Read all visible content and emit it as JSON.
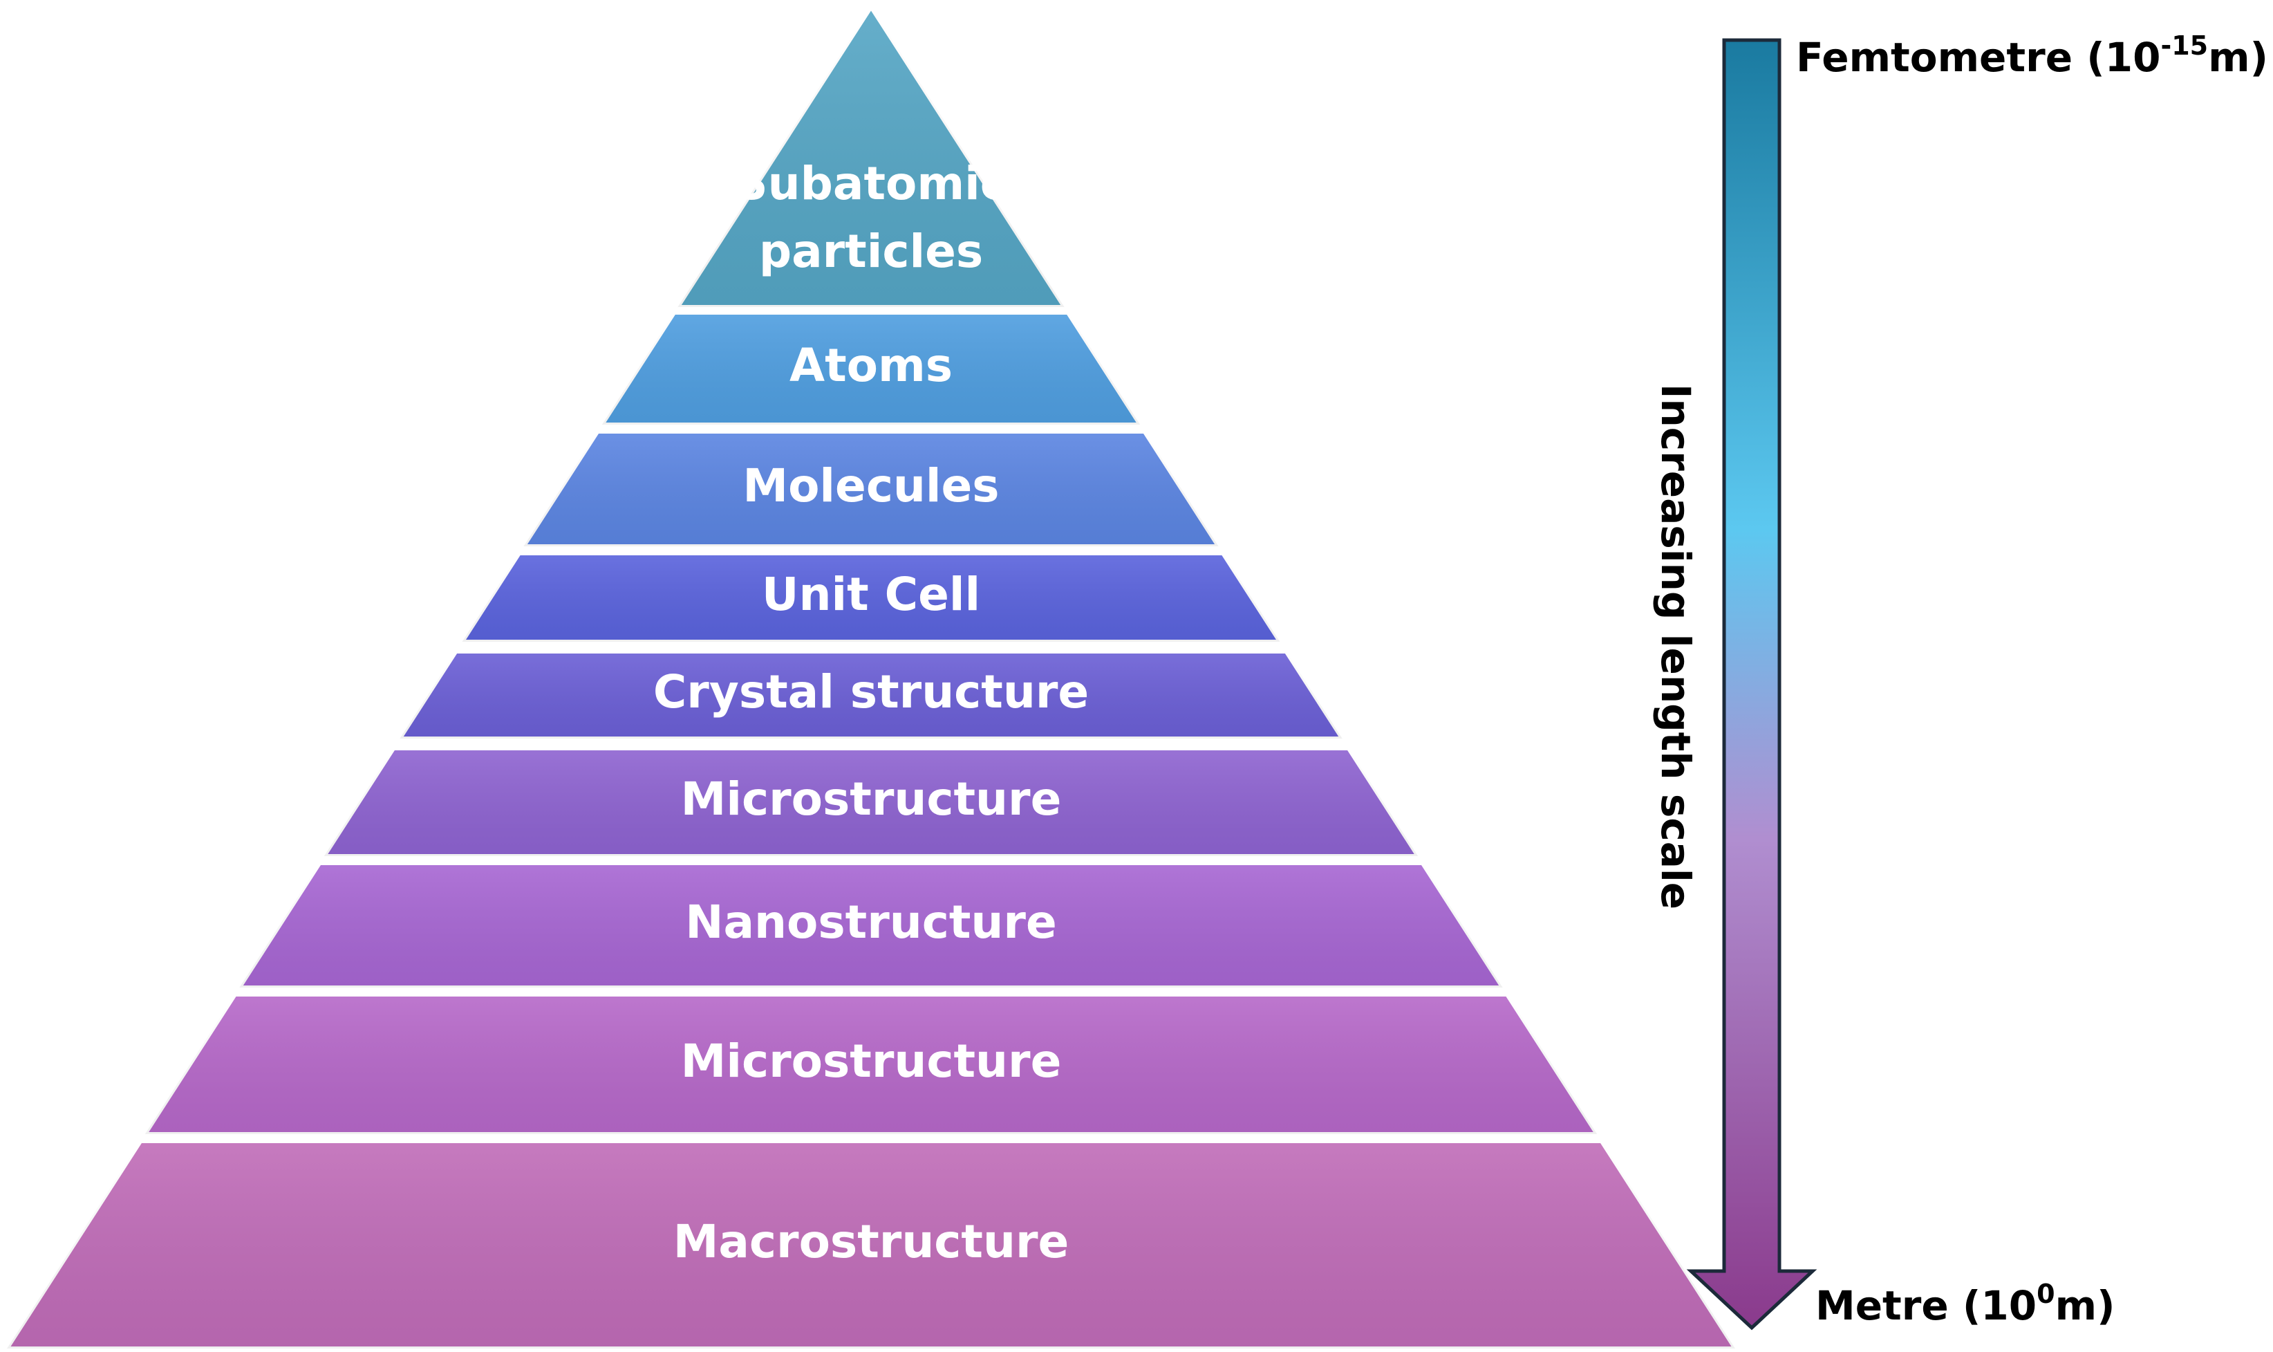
{
  "tiers": [
    {
      "line1": "Subatomic",
      "line2": "particles",
      "color": "#55a6c5"
    },
    {
      "line1": "Atoms",
      "line2": "",
      "color": "#4f9ee0"
    },
    {
      "line1": "Molecules",
      "line2": "",
      "color": "#5b85e2"
    },
    {
      "line1": "Unit Cell",
      "line2": "",
      "color": "#5a63dd"
    },
    {
      "line1": "Crystal structure",
      "line2": "",
      "color": "#6b5fd6"
    },
    {
      "line1": "Microstructure",
      "line2": "",
      "color": "#8e63d1"
    },
    {
      "line1": "Nanostructure",
      "line2": "",
      "color": "#a766d3"
    },
    {
      "line1": "Microstructure",
      "line2": "",
      "color": "#b668c9"
    },
    {
      "line1": "Macrostructure",
      "line2": "",
      "color": "#c06cb8"
    }
  ],
  "scale": {
    "axis_title": "Increasing length scale",
    "top_label": "Femtometre (10",
    "top_exponent": "-15",
    "top_suffix": "m)",
    "bottom_label": "Metre (10",
    "bottom_exponent": "0",
    "bottom_suffix": "m)"
  },
  "colors": {
    "arrow_top": "#1a7aa0",
    "arrow_mid": "#5cc8f0",
    "arrow_lower": "#b08ed0",
    "arrow_bottom": "#8a3a8c",
    "arrow_outline": "#1c2a3a"
  }
}
